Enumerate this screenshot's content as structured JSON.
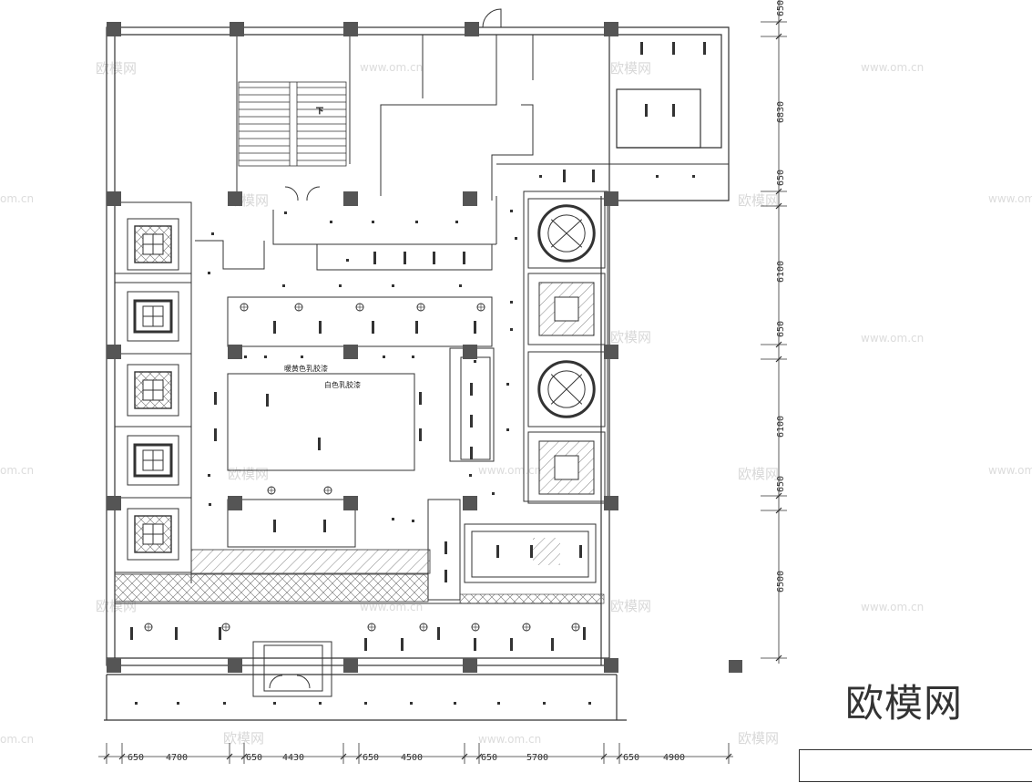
{
  "logo_text": "欧模网",
  "labels": {
    "ceiling_outer": "暖黄色乳胶漆",
    "ceiling_inner": "白色乳胶漆",
    "stair_arrow": "下"
  },
  "dims_bottom": [
    "650",
    "4700",
    "650",
    "4430",
    "650",
    "4500",
    "650",
    "5700",
    "650",
    "4900"
  ],
  "dims_right": [
    "650",
    "6830",
    "650",
    "6100",
    "650",
    "6100",
    "650",
    "6500"
  ],
  "watermark_text": "欧模网",
  "watermark_url": "www.om.cn",
  "watermark_url_edge": "om.cn",
  "colors": {
    "line": "#333333",
    "column": "#555555",
    "watermark": "#d8d8d8"
  }
}
